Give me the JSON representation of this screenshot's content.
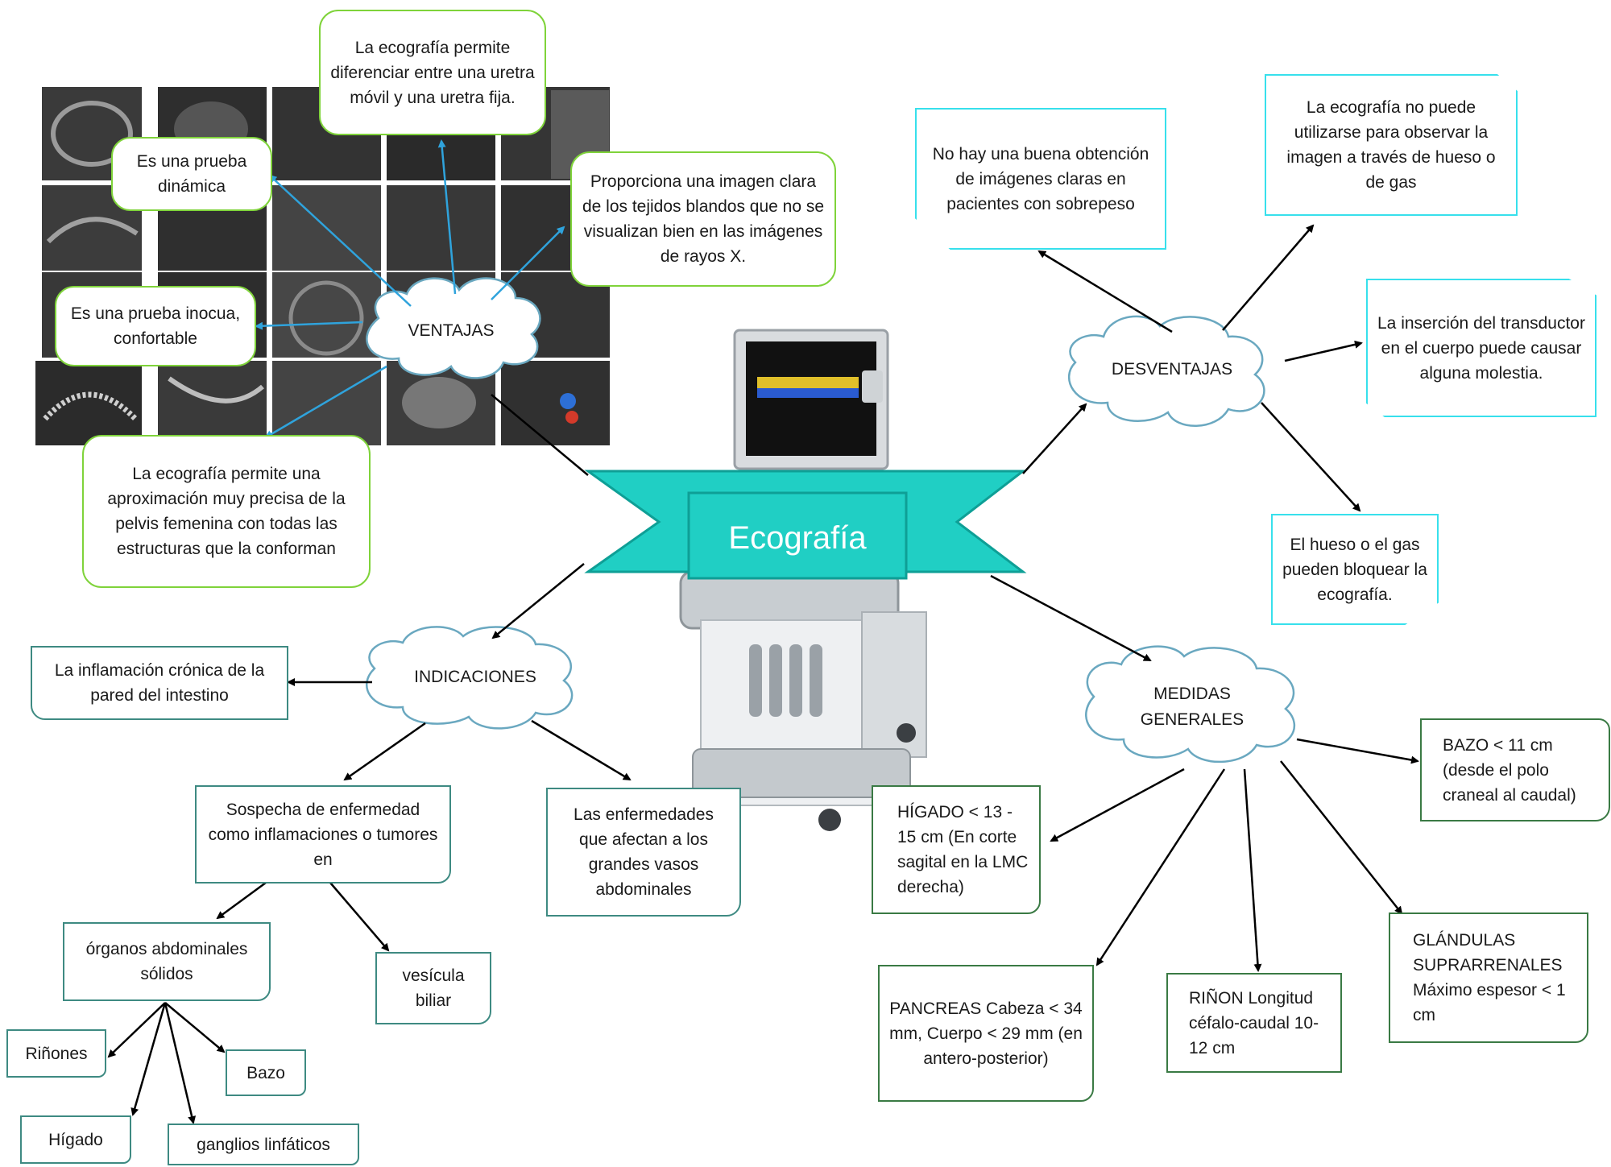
{
  "title": "Ecografía",
  "ventajas": {
    "label": "VENTAJAS",
    "items": [
      "La ecografía permite diferenciar entre una uretra móvil y una uretra fija.",
      "Es una prueba dinámica",
      "Proporciona una imagen clara de los tejidos blandos que no se visualizan bien en las imágenes de rayos X.",
      "Es una prueba inocua, confortable",
      "La ecografía permite una aproximación muy precisa de la pelvis femenina con todas las estructuras que la conforman"
    ]
  },
  "desventajas": {
    "label": "DESVENTAJAS",
    "items": [
      "No hay una buena obtención de imágenes claras en pacientes con sobrepeso",
      "La ecografía no puede utilizarse para observar la imagen a través de hueso o de gas",
      "La inserción del transductor en el cuerpo puede causar alguna molestia.",
      "El hueso o el gas pueden bloquear la ecografía."
    ]
  },
  "indicaciones": {
    "label": "INDICACIONES",
    "items": [
      "La inflamación crónica de la pared del intestino",
      "Sospecha de enfermedad como inflamaciones o tumores en",
      "Las enfermedades que afectan a los grandes vasos abdominales",
      "órganos abdominales sólidos",
      "vesícula biliar",
      "Riñones",
      "Bazo",
      "Hígado",
      "ganglios linfáticos"
    ]
  },
  "medidas": {
    "label": "MEDIDAS GENERALES",
    "items": [
      "BAZO < 11 cm (desde el polo craneal al caudal)",
      "HÍGADO < 13 - 15 cm (En corte sagital en la LMC derecha)",
      "PANCREAS  Cabeza < 34 mm,   Cuerpo < 29 mm (en antero-posterior)",
      "RIÑON Longitud céfalo-caudal 10-12 cm",
      "GLÁNDULAS SUPRARRENALES Máximo espesor < 1 cm"
    ]
  },
  "colors": {
    "ribbon": "#20cfc4",
    "ribbon_dark": "#0e9f96",
    "advantage_border": "#7fd33a",
    "disadvantage_border": "#37e0ec",
    "indication_border": "#3e8a82",
    "measure_border": "#3a7a44",
    "advantage_arrow": "#2fa3dc"
  }
}
